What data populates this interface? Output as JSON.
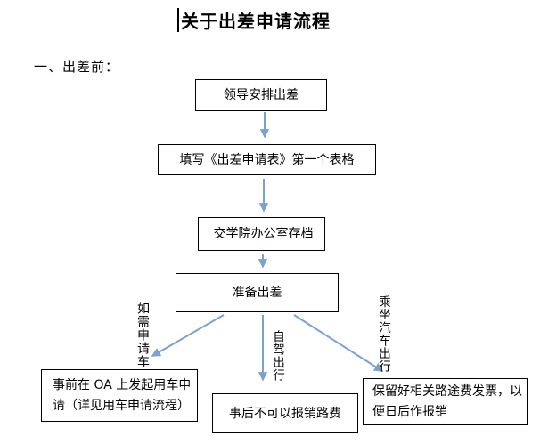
{
  "document": {
    "title": "关于出差申请流程",
    "section_heading": "一、出差前："
  },
  "flowchart": {
    "boxes": [
      {
        "id": "box-1",
        "label": "领导安排出差"
      },
      {
        "id": "box-2",
        "label": "填写《出差申请表》第一个表格"
      },
      {
        "id": "box-3",
        "label": "交学院办公室存档"
      },
      {
        "id": "box-4",
        "label": "准备出差"
      },
      {
        "id": "box-left",
        "label": "事前在 OA 上发起用车申请（详见用车申请流程）"
      },
      {
        "id": "box-middle",
        "label": "事后不可以报销路费"
      },
      {
        "id": "box-right",
        "label": "保留好相关路途费发票，以便日后作报销"
      }
    ],
    "branch_labels": [
      {
        "id": "label-left",
        "text": "如需申请车"
      },
      {
        "id": "label-middle",
        "text": "自驾出行"
      },
      {
        "id": "label-right",
        "text": "乘坐汽车出行"
      }
    ]
  },
  "colors": {
    "arrow": "#7da0d2",
    "box_border": "#000000",
    "text": "#000000",
    "page_bg": "#ffffff"
  }
}
